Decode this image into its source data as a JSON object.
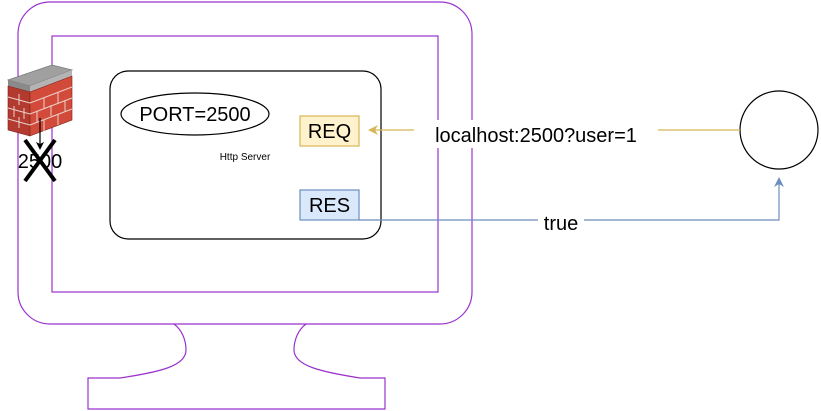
{
  "diagram": {
    "firewall": {
      "port_label": "2500"
    },
    "server": {
      "port_label": "PORT=2500",
      "caption": "Http Server",
      "req_label": "REQ",
      "res_label": "RES"
    },
    "request": {
      "label": "localhost:2500?user=1"
    },
    "response": {
      "label": "true"
    }
  },
  "colors": {
    "monitor_stroke": "#9933cc",
    "request_arrow": "#d6b656",
    "response_arrow": "#6c8ebf",
    "req_fill": "#fff2cc",
    "req_stroke": "#d6b656",
    "res_fill": "#dae8fc",
    "res_stroke": "#6c8ebf",
    "brick": "#c0392b",
    "brick_top": "#8c8c8c"
  }
}
